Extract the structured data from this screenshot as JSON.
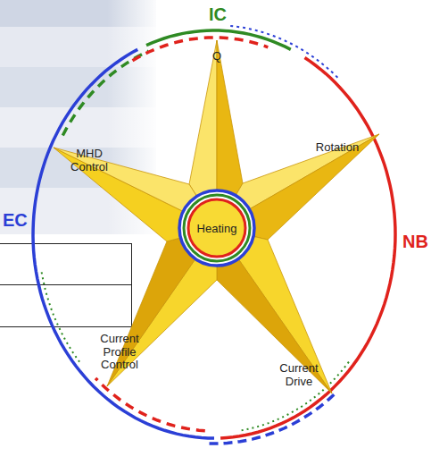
{
  "diagram": {
    "nodes": [
      {
        "text": [
          "Heating"
        ]
      }
    ],
    "labels": [
      "IC",
      "EC",
      "NB",
      "Q",
      "Rotation",
      "MHD Control",
      "Current Profile Control",
      "Current Drive"
    ]
  }
}
